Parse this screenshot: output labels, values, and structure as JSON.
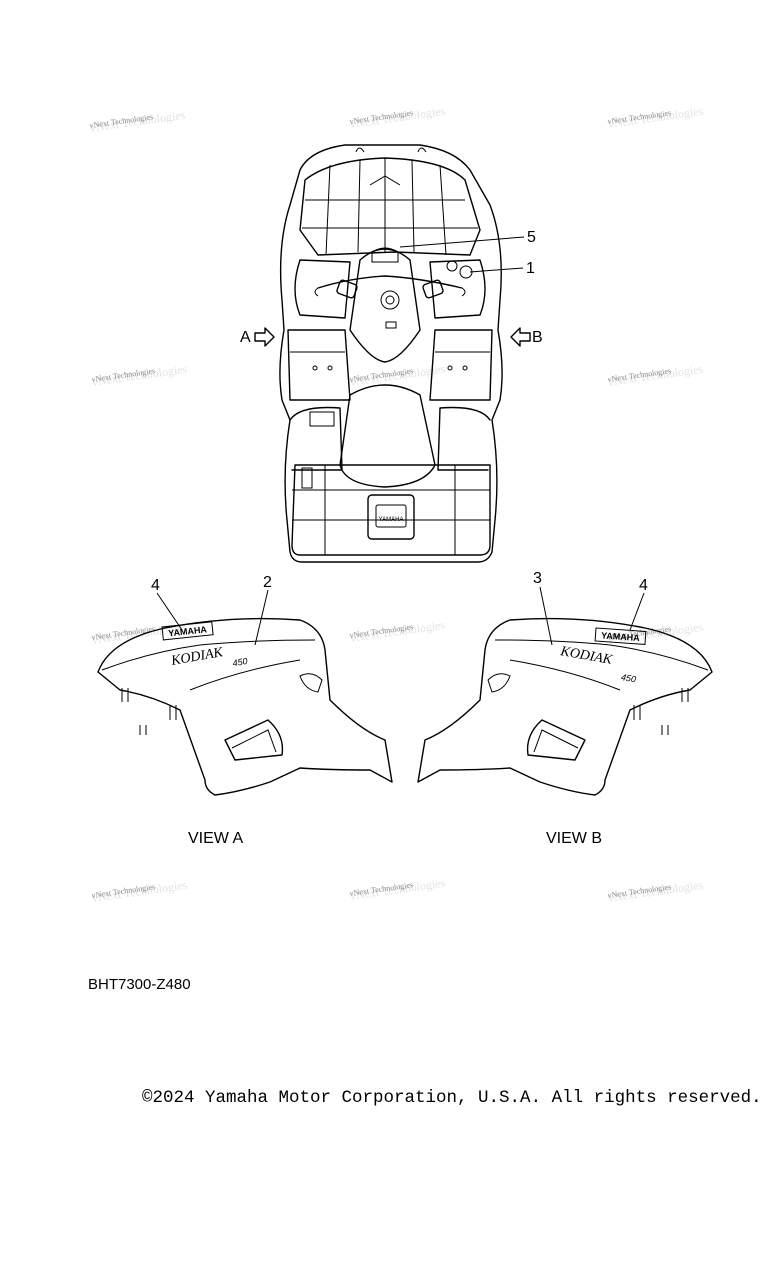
{
  "callouts": [
    {
      "id": "1",
      "label": "1"
    },
    {
      "id": "5",
      "label": "5"
    },
    {
      "id": "2",
      "label": "2"
    },
    {
      "id": "3",
      "label": "3"
    },
    {
      "id": "4a",
      "label": "4"
    },
    {
      "id": "4b",
      "label": "4"
    }
  ],
  "arrows": {
    "a": "A",
    "b": "B"
  },
  "views": {
    "a": "VIEW A",
    "b": "VIEW B"
  },
  "decals": {
    "yamaha": "YAMAHA",
    "kodiak": "KODIAK",
    "model": "450"
  },
  "watermark": {
    "text": "vNext Technologies"
  },
  "part_code": "BHT7300-Z480",
  "copyright": "©2024 Yamaha Motor Corporation, U.S.A. All rights reserved."
}
